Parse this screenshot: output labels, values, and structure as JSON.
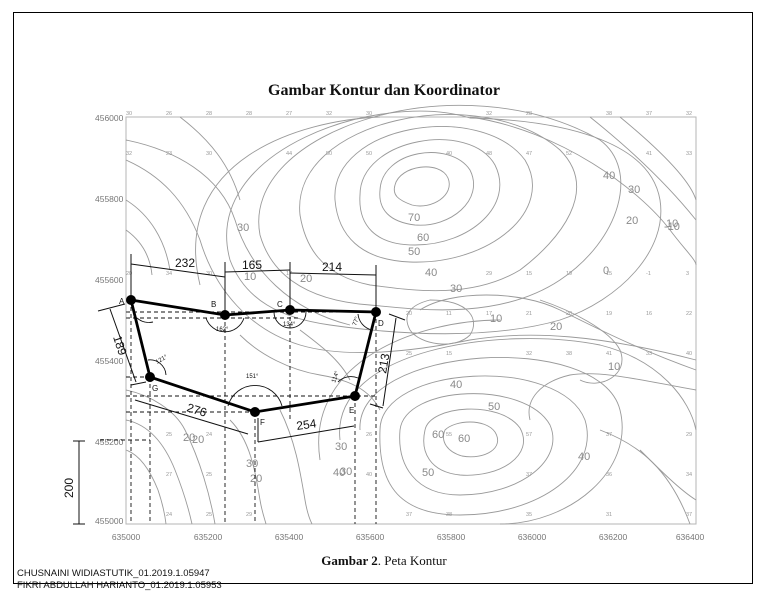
{
  "title": "Gambar Kontur dan Koordinator",
  "caption": {
    "bold": "Gambar 2",
    "rest": ". Peta Kontur"
  },
  "authors": [
    "CHUSNAINI WIDIASTUTIK_01.2019.1.05947",
    "FIKRI ABDULLAH HARIANTO_01.2019.1.05953"
  ],
  "x_ticks": [
    "635000",
    "635200",
    "635400",
    "635600",
    "635800",
    "636000",
    "636200",
    "636400"
  ],
  "y_ticks": [
    "456000",
    "455800",
    "455600",
    "455400",
    "455200",
    "455000"
  ],
  "contour_labels": [
    "70",
    "60",
    "50",
    "40",
    "30",
    "20",
    "10",
    "0",
    "40",
    "30",
    "20",
    "10",
    "30",
    "20",
    "10",
    "20",
    "30",
    "40",
    "30",
    "40",
    "50",
    "60",
    "50",
    "40",
    "30",
    "20",
    "-10",
    "20",
    "10",
    "60"
  ],
  "points": [
    "A",
    "B",
    "C",
    "D",
    "E",
    "F",
    "G"
  ],
  "distances": [
    "232",
    "165",
    "214",
    "213",
    "254",
    "276",
    "189",
    "200"
  ],
  "angles": [
    "162°",
    "134°",
    "77°",
    "114°",
    "151°",
    "121°"
  ],
  "grid_values": {
    "row1": [
      "30",
      "26",
      "28",
      "28",
      "27",
      "32",
      "30",
      "32",
      "28",
      "38",
      "37",
      "32"
    ],
    "row2": [
      "32",
      "23",
      "30",
      "44",
      "50",
      "50",
      "40",
      "48",
      "47",
      "52",
      "41",
      "33"
    ],
    "row5": [
      "20",
      "34",
      "30",
      "17",
      "29",
      "15",
      "19",
      "15",
      "0",
      "-1",
      "3"
    ],
    "row6": [
      "20",
      "11",
      "17",
      "21",
      "20",
      "19",
      "16",
      "22",
      "21"
    ],
    "row7": [
      "25",
      "15",
      "32",
      "38",
      "41",
      "33",
      "40",
      "37",
      "35",
      "32"
    ],
    "row9": [
      "25",
      "24",
      "26",
      "28",
      "55",
      "57",
      "47",
      "37",
      "29"
    ],
    "row10": [
      "27",
      "25",
      "29",
      "40",
      "39",
      "37",
      "36",
      "34"
    ],
    "row11": [
      "24",
      "25",
      "29",
      "37",
      "38",
      "35",
      "31",
      "37"
    ]
  }
}
